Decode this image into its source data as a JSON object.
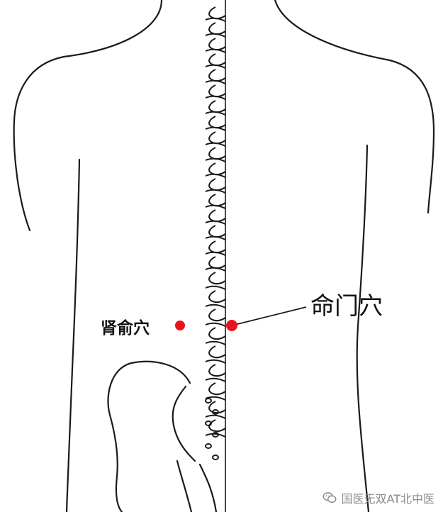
{
  "points": [
    {
      "label": "肾俞穴",
      "color": "#e8141c"
    },
    {
      "label": "命门穴",
      "color": "#e8141c"
    }
  ],
  "watermark": {
    "text": "国医无双AT北中医",
    "icon": "wechat-logo-icon"
  },
  "colors": {
    "outline": "#1a1a1a",
    "background": "#ffffff"
  }
}
